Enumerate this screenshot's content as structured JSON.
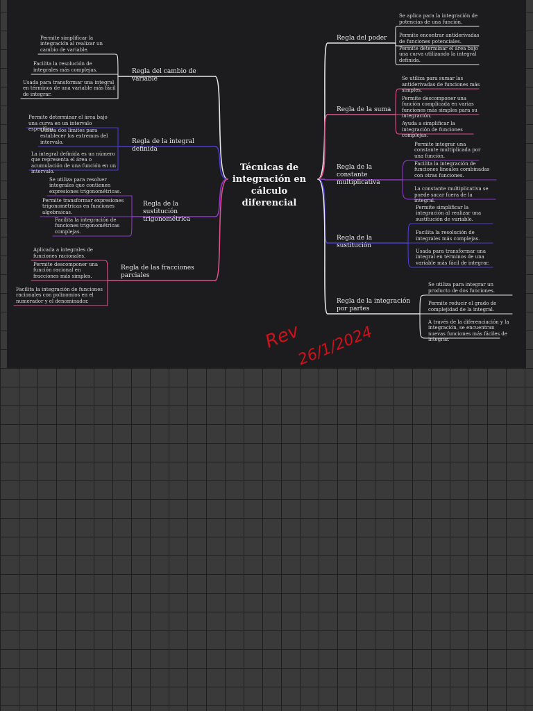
{
  "center_title": "Técnicas de integración en cálculo diferencial",
  "signature": "Rev",
  "signature_date": "26/1/2024",
  "colors": {
    "white": "#e6e6e6",
    "blue": "#4a3bd6",
    "purple": "#8d38c8",
    "pink": "#e0508c"
  },
  "left": [
    {
      "label": "Regla del cambio de variable",
      "color": "white",
      "children": [
        "Permite simplificar la integración al realizar un cambio de variable.",
        "Facilita la resolución de integrales más complejas.",
        "Usada para transformar una integral en términos de una variable más fácil de integrar."
      ]
    },
    {
      "label": "Regla de la integral definida",
      "color": "blue",
      "children": [
        "Permite determinar el área bajo una curva en un intervalo específico.",
        "Utiliza dos límites para establecer los extremos del intervalo.",
        "La integral definida es un número que representa el área o acumulación de una función en un intervalo."
      ]
    },
    {
      "label": "Regla de la sustitución trigonométrica",
      "color": "purple",
      "children": [
        "Se utiliza para resolver integrales que contienen expresiones trigonométricas.",
        "Permite transformar expresiones trigonométricas en funciones algebraicas.",
        "Facilita la integración de funciones trigonométricas complejas."
      ]
    },
    {
      "label": "Regla de las fracciones parciales",
      "color": "pink",
      "children": [
        "Aplicada a integrales de funciones racionales.",
        "Permite descomponer una función racional en fracciones más simples.",
        "Facilita la integración de funciones racionales con polinomios en el numerador y el denominador."
      ]
    }
  ],
  "right": [
    {
      "label": "Regla del poder",
      "color": "white",
      "children": [
        "Se aplica para la integración de potencias de una función.",
        "Permite encontrar antiderivadas de funciones potenciales.",
        "Permite determinar el área bajo una curva utilizando la integral definida."
      ]
    },
    {
      "label": "Regla de la suma",
      "color": "pink",
      "children": [
        "Se utiliza para sumar las antiderivadas de funciones más simples.",
        "Permite descomponer una función complicada en varias funciones más simples para su integración.",
        "Ayuda a simplificar la integración de funciones complejas."
      ]
    },
    {
      "label": "Regla de la constante multiplicativa",
      "color": "purple",
      "children": [
        "Permite integrar una constante multiplicada por una función.",
        "Facilita la integración de funciones lineales combinadas con otras funciones.",
        "La constante multiplicativa se puede sacar fuera de la integral."
      ]
    },
    {
      "label": "Regla de la sustitución",
      "color": "blue",
      "children": [
        "Permite simplificar la integración al realizar una sustitución de variable.",
        "Facilita la resolución de integrales más complejas.",
        "Usada para transformar una integral en términos de una variable más fácil de integrar."
      ]
    },
    {
      "label": "Regla de la integración por partes",
      "color": "white",
      "children": [
        "Se utiliza para integrar un producto de dos funciones.",
        "Permite reducir el grado de complejidad de la integral.",
        "A través de la diferenciación y la integración, se encuentran nuevas funciones más fáciles de integrar."
      ]
    }
  ]
}
